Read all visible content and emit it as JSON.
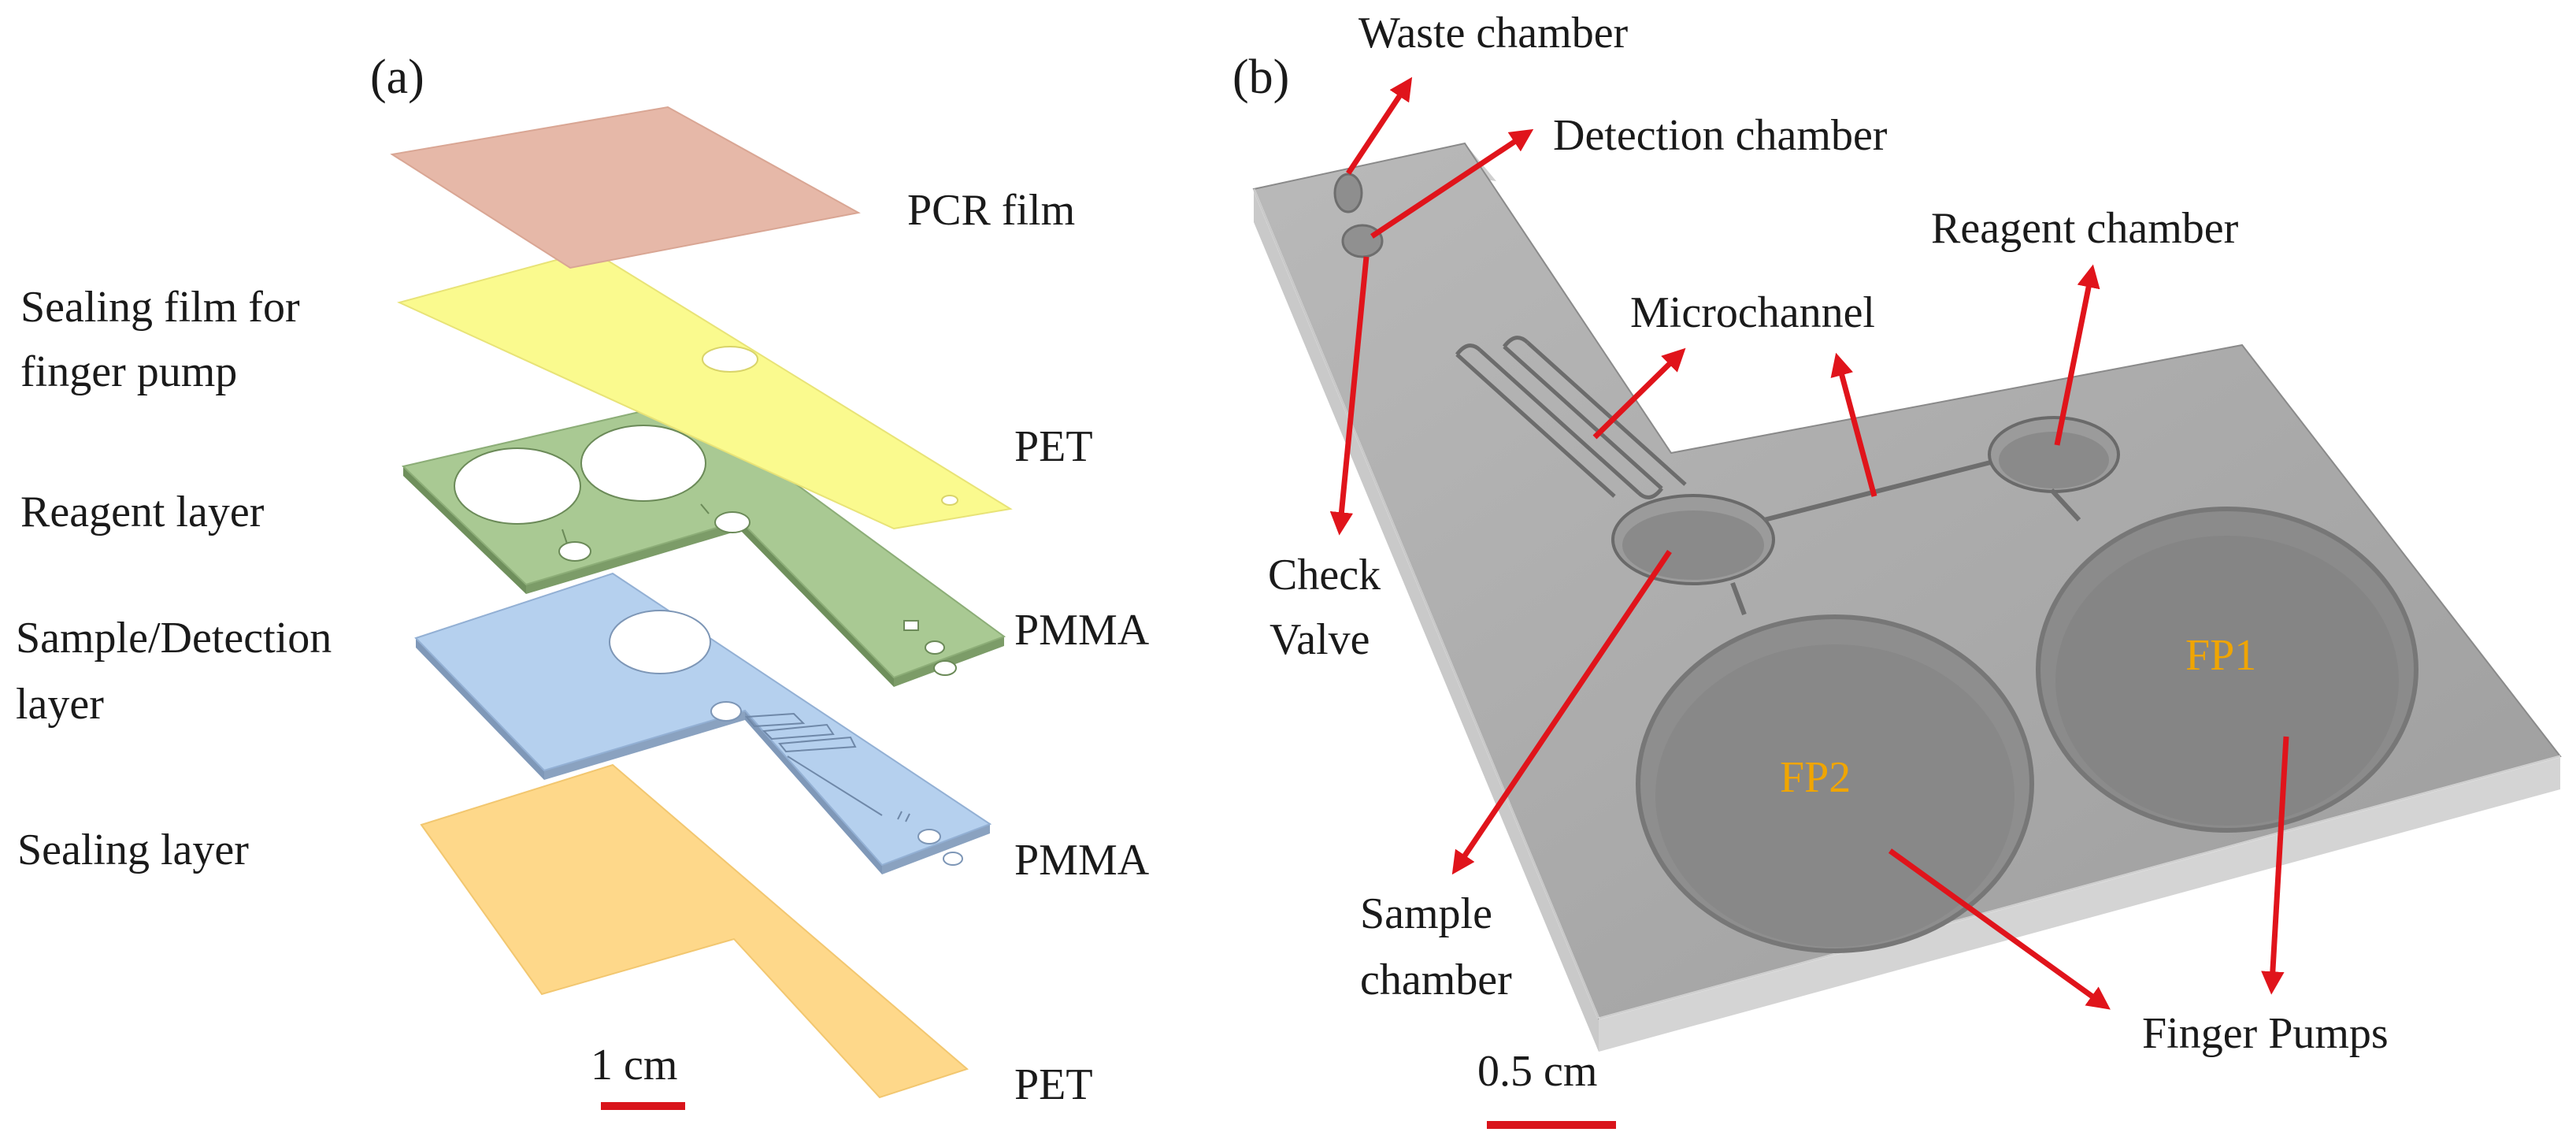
{
  "panel_a": {
    "label": "(a)",
    "left_labels": {
      "sealing_film_line1": "Sealing film for",
      "sealing_film_line2": "finger pump",
      "reagent": "Reagent layer",
      "sample_line1": "Sample/Detection",
      "sample_line2": "layer",
      "sealing_layer": "Sealing layer"
    },
    "right_labels": {
      "pcr_film": "PCR film",
      "pet_top": "PET",
      "pmma_1": "PMMA",
      "pmma_2": "PMMA",
      "pet_bottom": "PET"
    },
    "scale_bar": "1 cm"
  },
  "panel_b": {
    "label": "(b)",
    "callouts": {
      "waste": "Waste chamber",
      "detection": "Detection chamber",
      "reagent": "Reagent chamber",
      "microchannel": "Microchannel",
      "check_valve_line1": "Check",
      "check_valve_line2": "Valve",
      "sample_line1": "Sample",
      "sample_line2": "chamber",
      "finger_pumps": "Finger Pumps"
    },
    "pumps": {
      "fp1": "FP1",
      "fp2": "FP2"
    },
    "scale_bar": "0.5 cm"
  },
  "colors": {
    "pcr_film": "#e6b8a8",
    "sealing_film": "#fafa8e",
    "reagent_layer": "#a9c993",
    "sample_layer": "#b5d0ee",
    "sealing_layer": "#fed88a",
    "arrow": "#e0141b",
    "scale_bar": "#d9141b",
    "pump_label": "#f0a500",
    "chip": "#a4a4a4"
  }
}
